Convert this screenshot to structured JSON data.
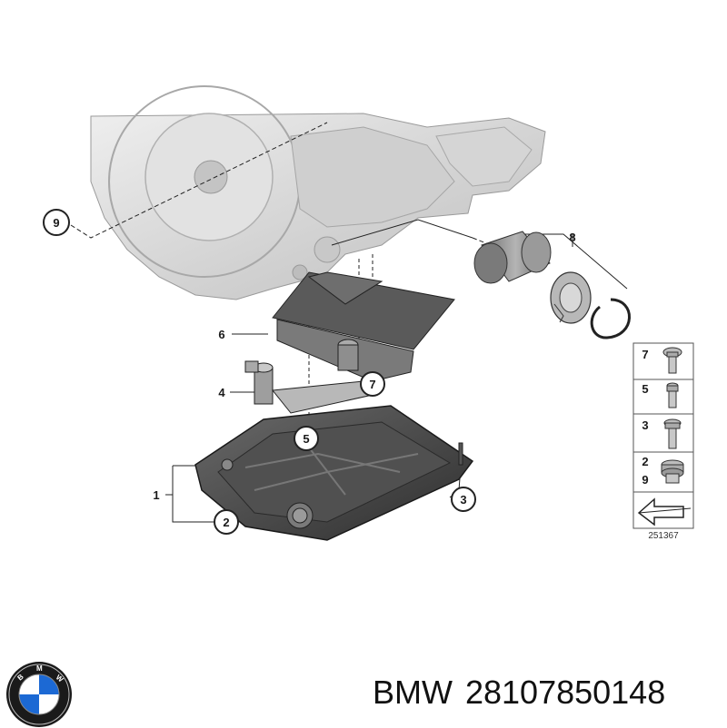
{
  "callouts": {
    "c1": "1",
    "c2": "2",
    "c3": "3",
    "c4": "4",
    "c5": "5",
    "c6": "6",
    "c7": "7",
    "c8": "8",
    "c9": "9"
  },
  "legend": {
    "rows": [
      {
        "labels": [
          "7"
        ],
        "icon": "torx-bolt-icon"
      },
      {
        "labels": [
          "5"
        ],
        "icon": "bolt-icon"
      },
      {
        "labels": [
          "3"
        ],
        "icon": "hex-bolt-icon"
      },
      {
        "labels": [
          "2",
          "9"
        ],
        "icon": "drain-plug-icon"
      }
    ],
    "arrow_icon": "arrow-icon"
  },
  "reference_number": "251367",
  "caption": {
    "brand": "BMW",
    "part_number": "28107850148"
  },
  "colors": {
    "housing": "#d9d9d9",
    "pan": "#4a4a4a",
    "filter": "#8a8a8a",
    "line": "#222222"
  },
  "logo_icon": "bmw-roundel-icon"
}
